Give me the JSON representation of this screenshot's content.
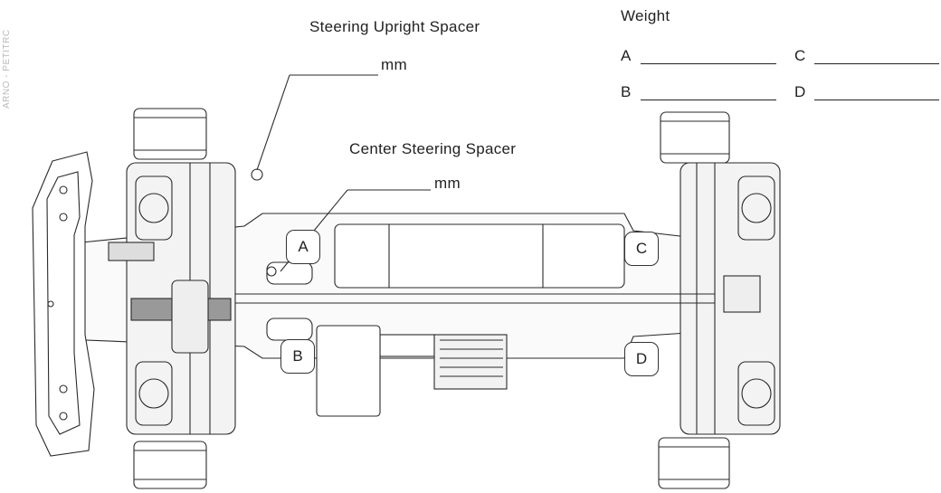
{
  "credit": "ARNO - PETITRC",
  "labels": {
    "steering_upright_spacer": "Steering Upright Spacer",
    "center_steering_spacer": "Center Steering Spacer",
    "mm_upright": "mm",
    "mm_center": "mm"
  },
  "weight": {
    "title": "Weight",
    "corners": [
      "A",
      "B",
      "C",
      "D"
    ]
  },
  "corner_markers": [
    "A",
    "B",
    "C",
    "D"
  ]
}
